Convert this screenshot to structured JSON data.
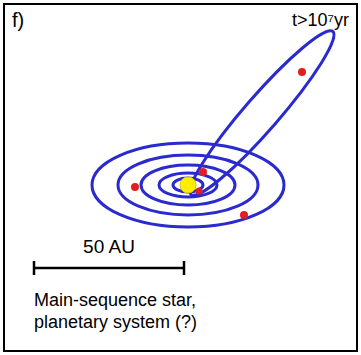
{
  "diagram": {
    "caption": "Main-sequence star, planetary system (?)",
    "labels": [
      "f)",
      "t>10⁷yr",
      "50 AU"
    ]
  }
}
